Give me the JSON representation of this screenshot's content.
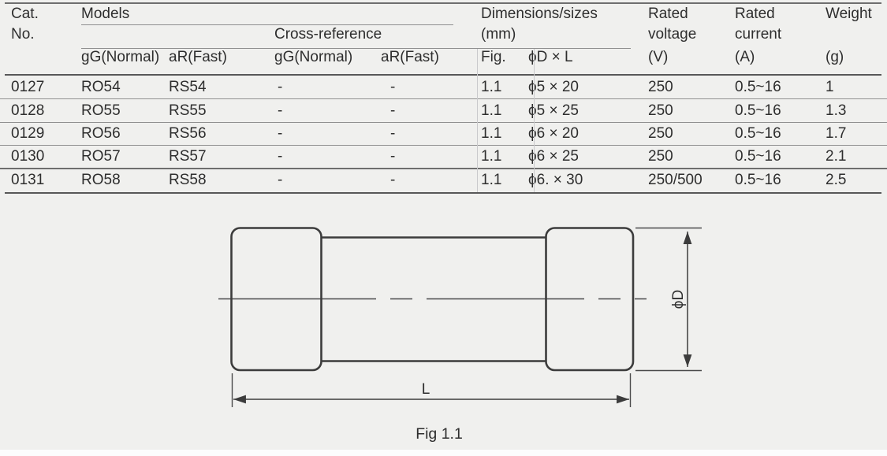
{
  "table": {
    "header": {
      "cat_line1": "Cat.",
      "cat_line2": "No.",
      "models": "Models",
      "cross_reference": "Cross-reference",
      "dimensions_line1": "Dimensions/sizes",
      "dimensions_line2": "(mm)",
      "rated_voltage_line1": "Rated",
      "rated_voltage_line2": "voltage",
      "rated_voltage_unit": "(V)",
      "rated_current_line1": "Rated",
      "rated_current_line2": "current",
      "rated_current_unit": "(A)",
      "weight": "Weight",
      "weight_unit": "(g)",
      "sub": {
        "gg_normal_1": "gG(Normal)",
        "ar_fast_1": "aR(Fast)",
        "gg_normal_2": "gG(Normal)",
        "ar_fast_2": "aR(Fast)",
        "fig": "Fig.",
        "d_x_l": "ϕD × L"
      }
    },
    "rows": [
      {
        "cat_no": "0127",
        "gg_normal": "RO54",
        "ar_fast": "RS54",
        "cross_gg": "-",
        "cross_ar": "-",
        "fig": "1.1",
        "d_x_l": "ϕ5 × 20",
        "voltage": "250",
        "current": "0.5~16",
        "weight": "1"
      },
      {
        "cat_no": "0128",
        "gg_normal": "RO55",
        "ar_fast": "RS55",
        "cross_gg": "-",
        "cross_ar": "-",
        "fig": "1.1",
        "d_x_l": "ϕ5 × 25",
        "voltage": "250",
        "current": "0.5~16",
        "weight": "1.3"
      },
      {
        "cat_no": "0129",
        "gg_normal": "RO56",
        "ar_fast": "RS56",
        "cross_gg": "-",
        "cross_ar": "-",
        "fig": "1.1",
        "d_x_l": "ϕ6 × 20",
        "voltage": "250",
        "current": "0.5~16",
        "weight": "1.7"
      },
      {
        "cat_no": "0130",
        "gg_normal": "RO57",
        "ar_fast": "RS57",
        "cross_gg": "-",
        "cross_ar": "-",
        "fig": "1.1",
        "d_x_l": "ϕ6 × 25",
        "voltage": "250",
        "current": "0.5~16",
        "weight": "2.1"
      },
      {
        "cat_no": "0131",
        "gg_normal": "RO58",
        "ar_fast": "RS58",
        "cross_gg": "-",
        "cross_ar": "-",
        "fig": "1.1",
        "d_x_l": "ϕ6. × 30",
        "voltage": "250/500",
        "current": "0.5~16",
        "weight": "2.5"
      }
    ]
  },
  "figure": {
    "diameter_label": "ϕD",
    "length_label": "L",
    "caption": "Fig 1.1"
  },
  "colors": {
    "background": "#f0f0ee",
    "text": "#2e2e2e",
    "rule_dark": "#585858",
    "rule_light": "#8f8f8f",
    "drawing_stroke": "#3c3c3c"
  }
}
